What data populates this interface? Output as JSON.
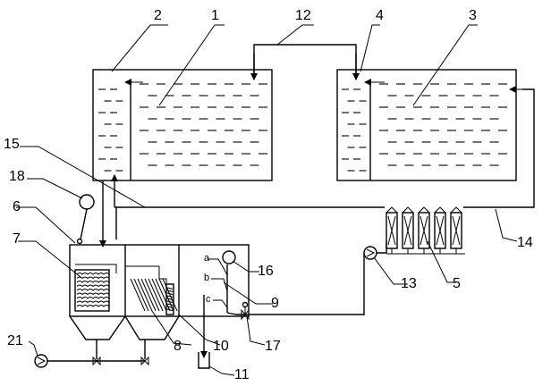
{
  "labels": {
    "n1": "1",
    "n2": "2",
    "n3": "3",
    "n4": "4",
    "n5": "5",
    "n6": "6",
    "n7": "7",
    "n8": "8",
    "n9": "9",
    "n10": "10",
    "n11": "11",
    "n12": "12",
    "n13": "13",
    "n14": "14",
    "n15": "15",
    "n16": "16",
    "n17": "17",
    "n18": "18",
    "n21": "21"
  },
  "points": {
    "a": "a",
    "b": "b",
    "c": "c"
  },
  "icons": {
    "pump": "pump-icon",
    "valve": "valve-icon",
    "gauge": "gauge-icon",
    "filter": "filter-column-icon"
  },
  "colors": {
    "line": "#000000",
    "background": "#ffffff"
  }
}
